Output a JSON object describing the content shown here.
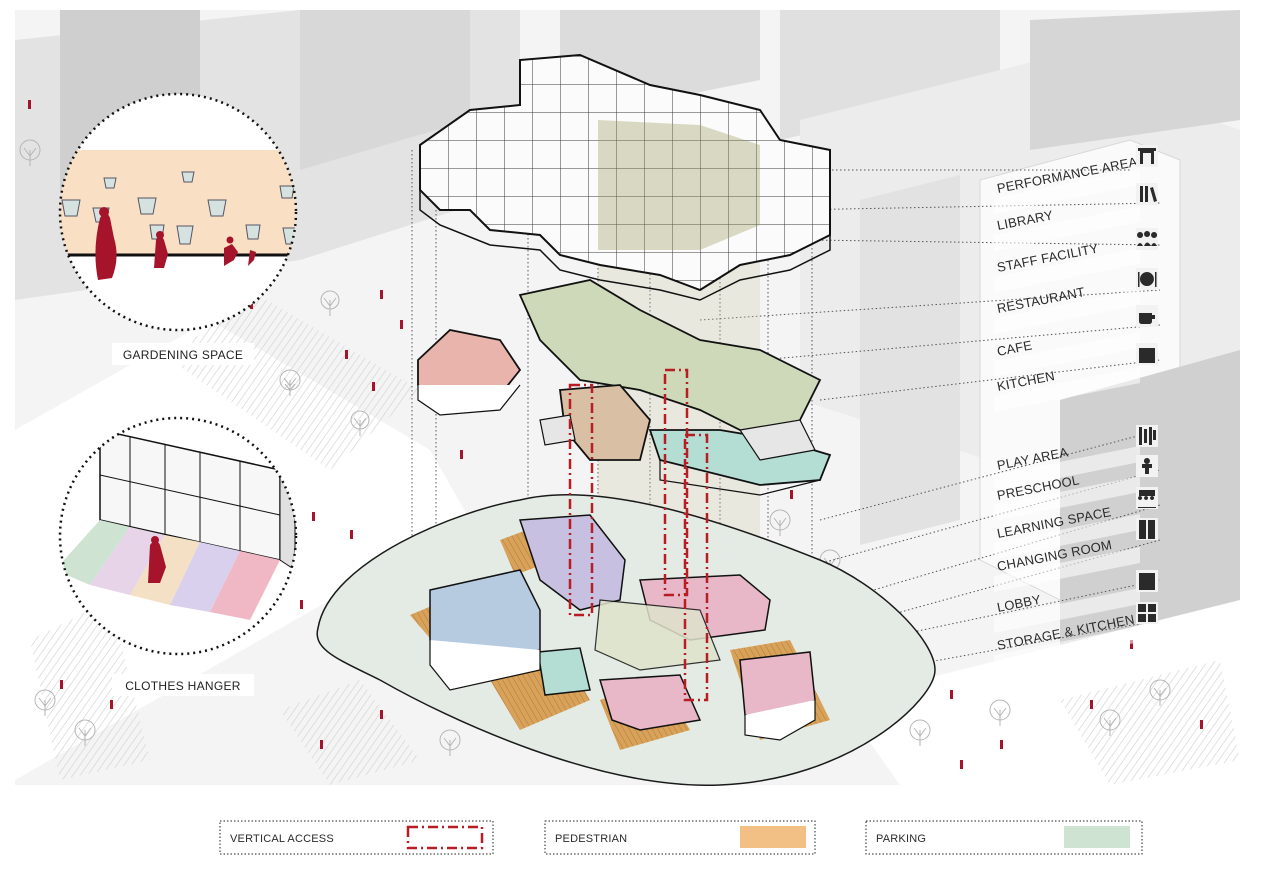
{
  "program_labels": [
    {
      "name": "performance-area",
      "text": "PERFORMANCE AREA",
      "icon": "curtain-stage-icon"
    },
    {
      "name": "library",
      "text": "LIBRARY",
      "icon": "books-icon"
    },
    {
      "name": "staff-facility",
      "text": "STAFF FACILITY",
      "icon": "people-group-icon"
    },
    {
      "name": "restaurant",
      "text": "RESTAURANT",
      "icon": "plate-cutlery-icon"
    },
    {
      "name": "cafe",
      "text": "CAFE",
      "icon": "coffee-cup-icon"
    },
    {
      "name": "kitchen",
      "text": "KITCHEN",
      "icon": "stove-icon"
    },
    {
      "name": "play-area",
      "text": "PLAY AREA",
      "icon": "play-structure-icon"
    },
    {
      "name": "preschool",
      "text": "PRESCHOOL",
      "icon": "baby-icon"
    },
    {
      "name": "learning-space",
      "text": "LEARNING SPACE",
      "icon": "classroom-icon"
    },
    {
      "name": "changing-room",
      "text": "CHANGING ROOM",
      "icon": "lockers-icon"
    },
    {
      "name": "lobby",
      "text": "LOBBY",
      "icon": "doorway-icon"
    },
    {
      "name": "storage-kitchen",
      "text": "STORAGE & KITCHEN",
      "icon": "shelves-icon"
    }
  ],
  "insets": {
    "gardening": "GARDENING SPACE",
    "clothes": "CLOTHES HANGER"
  },
  "legend": {
    "vertical_access": {
      "label": "VERTICAL ACCESS",
      "color": "#b81d24"
    },
    "pedestrian": {
      "label": "PEDESTRIAN",
      "color": "#f2c084"
    },
    "parking": {
      "label": "PARKING",
      "color": "#cfe3d2"
    }
  },
  "colors": {
    "zone_blue": "#b7cbe0",
    "zone_purple": "#c8c0e0",
    "zone_pink": "#e8b8c8",
    "zone_salmon": "#e8b4ac",
    "zone_green": "#cdd9b8",
    "zone_teal": "#b4ddd4",
    "zone_olive": "#c4c49a",
    "deck_wood": "#d9a25a",
    "figure_red": "#a5142a"
  }
}
